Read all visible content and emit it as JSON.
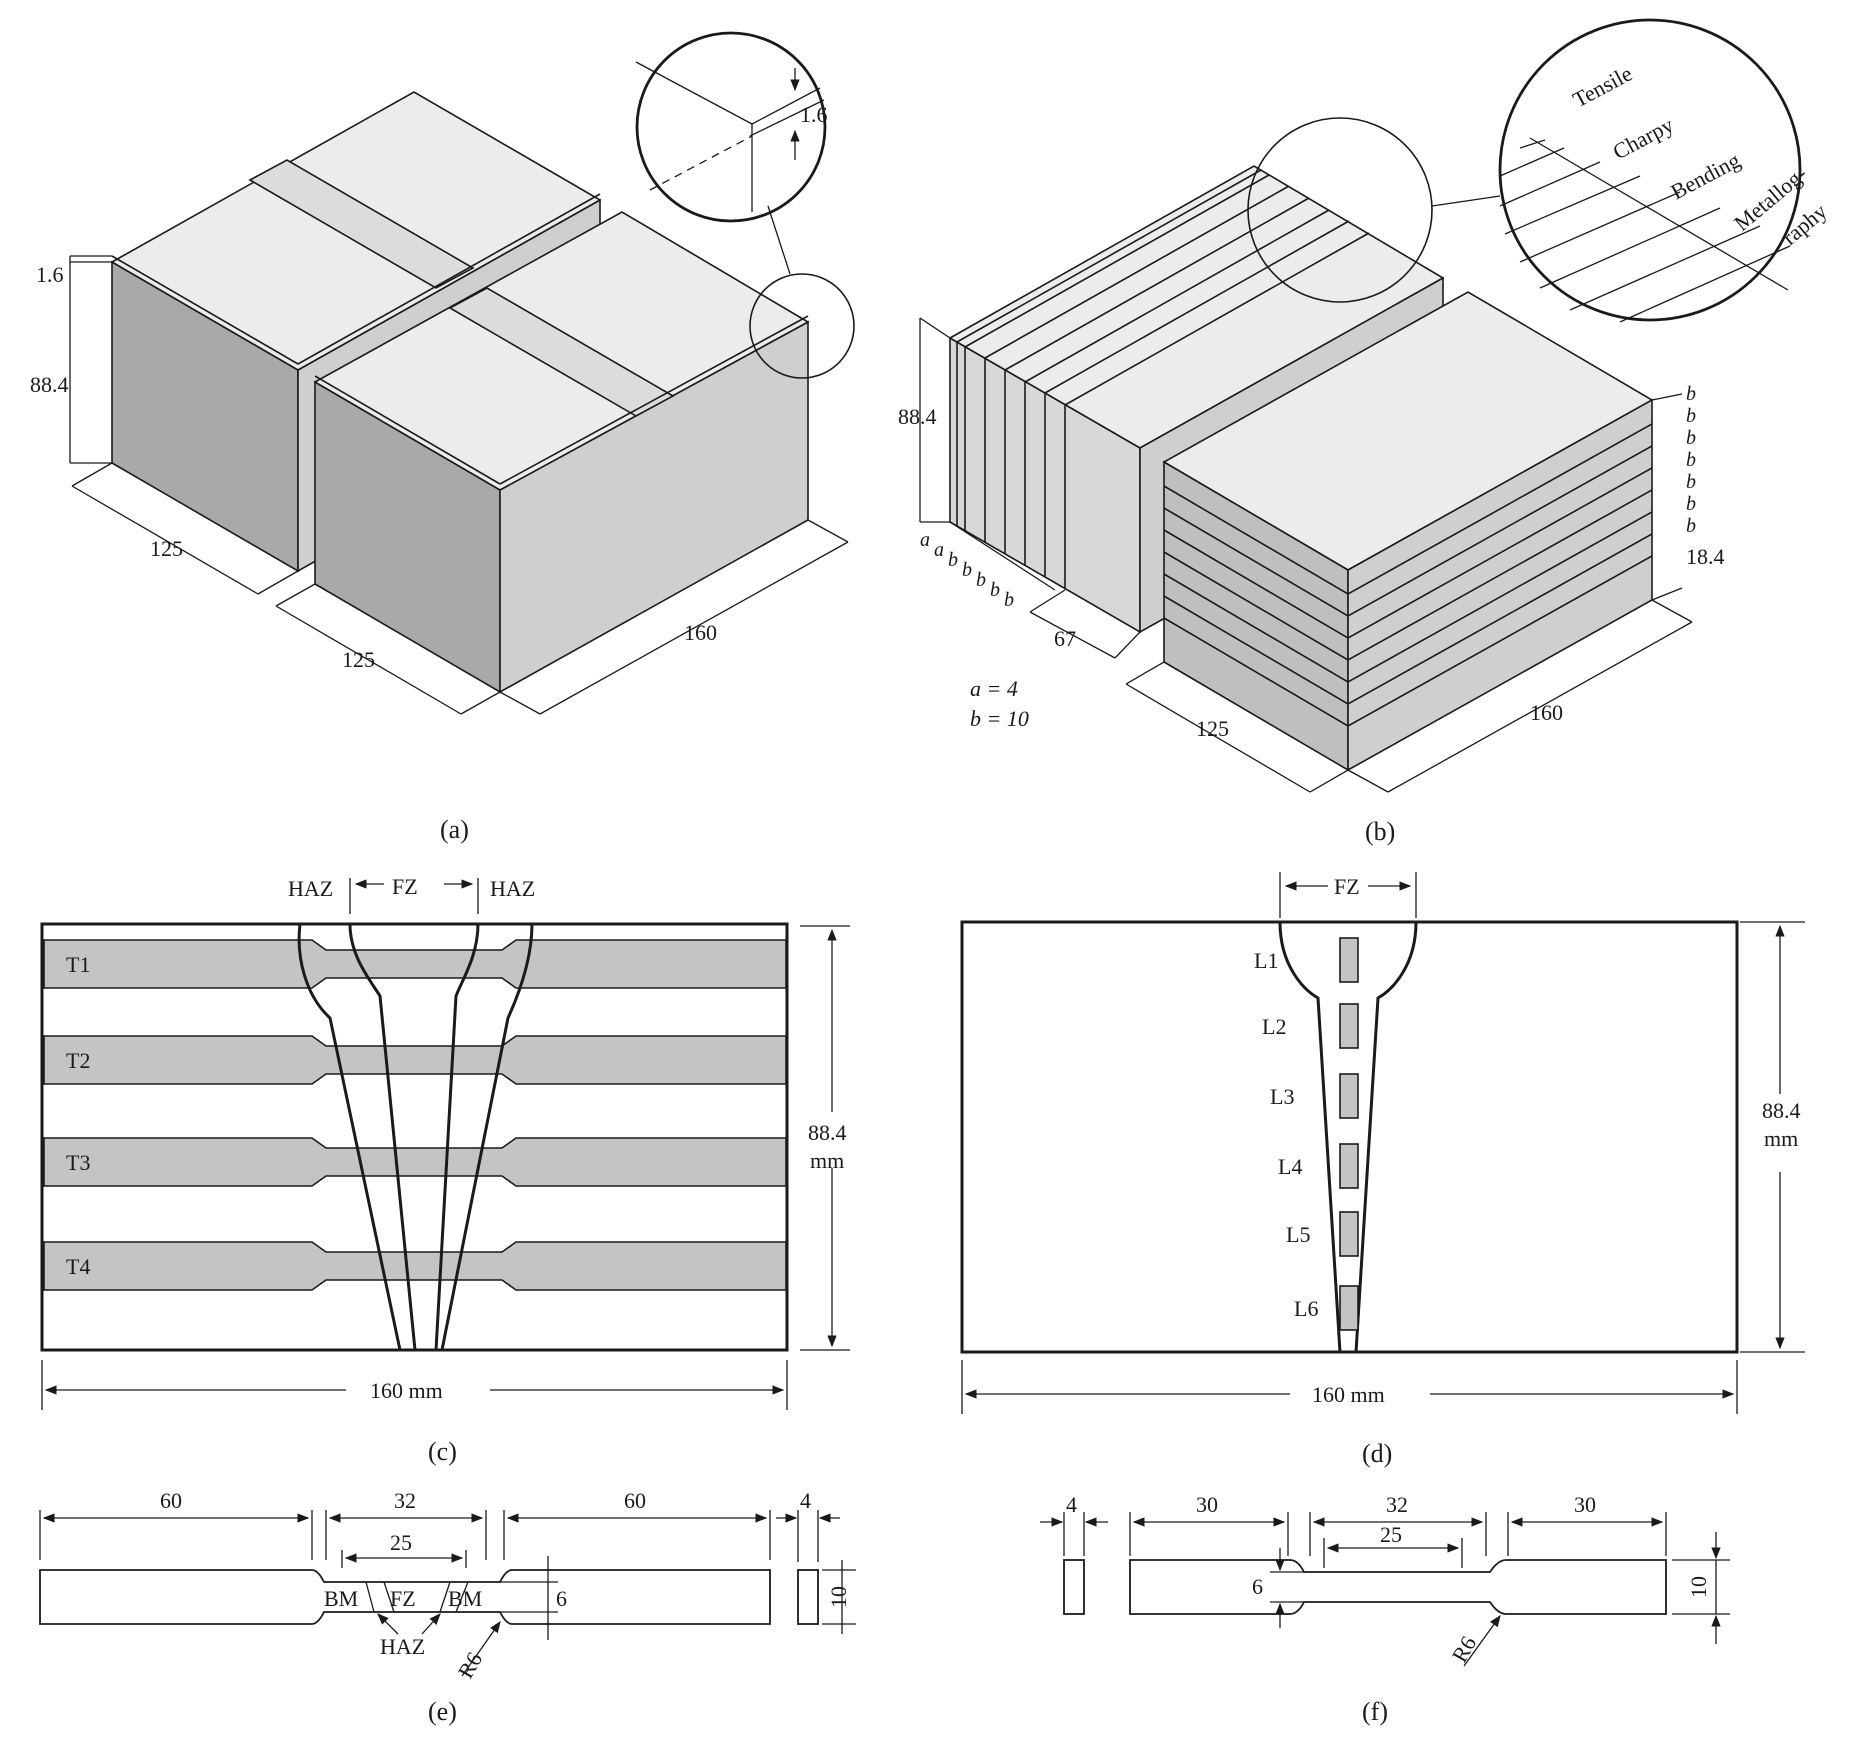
{
  "panel_labels": [
    "(a)",
    "(b)",
    "(c)",
    "(d)",
    "(e)",
    "(f)"
  ],
  "a": {
    "dim_thickness": "1.6",
    "dim_height": "88.4",
    "dim_length_left": "125",
    "dim_length_right": "125",
    "dim_width": "160",
    "zoom_dim": "1.6"
  },
  "b": {
    "dim_height": "88.4",
    "side_letters": [
      "a",
      "a",
      "b",
      "b",
      "b",
      "b",
      "b"
    ],
    "dim_67": "67",
    "right_letters": [
      "b",
      "b",
      "b",
      "b",
      "b",
      "b",
      "b"
    ],
    "dim_18": "18.4",
    "dim_125": "125",
    "dim_160": "160",
    "legend_a": "a = 4",
    "legend_b": "b = 10",
    "zoom_labels": [
      "Tensile",
      "Charpy",
      "Bending",
      "Metallog-",
      "raphy"
    ]
  },
  "c": {
    "haz_left": "HAZ",
    "fz": "FZ",
    "haz_right": "HAZ",
    "specimens": [
      "T1",
      "T2",
      "T3",
      "T4"
    ],
    "dim_height": "88.4",
    "dim_height_unit": "mm",
    "dim_width": "160 mm"
  },
  "d": {
    "fz": "FZ",
    "specimens": [
      "L1",
      "L2",
      "L3",
      "L4",
      "L5",
      "L6"
    ],
    "dim_height": "88.4",
    "dim_height_unit": "mm",
    "dim_width": "160 mm"
  },
  "e": {
    "dim_60_left": "60",
    "dim_32": "32",
    "dim_25": "25",
    "dim_60_right": "60",
    "dim_4": "4",
    "dim_6": "6",
    "dim_10": "10",
    "bm_left": "BM",
    "fz": "FZ",
    "bm_right": "BM",
    "haz": "HAZ",
    "radius": "R6"
  },
  "f": {
    "dim_4": "4",
    "dim_30_left": "30",
    "dim_32": "32",
    "dim_25": "25",
    "dim_30_right": "30",
    "dim_6": "6",
    "dim_10": "10",
    "radius": "R6"
  }
}
